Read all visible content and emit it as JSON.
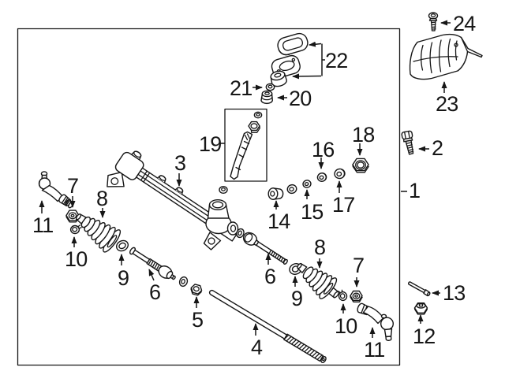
{
  "figure": {
    "background_color": "#ffffff",
    "line_color": "#161616"
  },
  "callouts": [
    {
      "id": "24",
      "label": "24"
    },
    {
      "id": "23",
      "label": "23"
    },
    {
      "id": "22",
      "label": "22"
    },
    {
      "id": "21",
      "label": "21"
    },
    {
      "id": "20",
      "label": "20"
    },
    {
      "id": "19",
      "label": "19"
    },
    {
      "id": "2",
      "label": "2"
    },
    {
      "id": "1",
      "label": "1"
    },
    {
      "id": "18",
      "label": "18"
    },
    {
      "id": "16",
      "label": "16"
    },
    {
      "id": "17",
      "label": "17"
    },
    {
      "id": "15",
      "label": "15"
    },
    {
      "id": "14",
      "label": "14"
    },
    {
      "id": "3",
      "label": "3"
    },
    {
      "id": "7-left",
      "label": "7"
    },
    {
      "id": "8-left",
      "label": "8"
    },
    {
      "id": "11-left",
      "label": "11"
    },
    {
      "id": "10-left",
      "label": "10"
    },
    {
      "id": "9-left",
      "label": "9"
    },
    {
      "id": "6-left",
      "label": "6"
    },
    {
      "id": "5",
      "label": "5"
    },
    {
      "id": "4",
      "label": "4"
    },
    {
      "id": "6-right",
      "label": "6"
    },
    {
      "id": "9-right",
      "label": "9"
    },
    {
      "id": "8-right",
      "label": "8"
    },
    {
      "id": "10-right",
      "label": "10"
    },
    {
      "id": "7-right",
      "label": "7"
    },
    {
      "id": "11-right",
      "label": "11"
    },
    {
      "id": "13",
      "label": "13"
    },
    {
      "id": "12",
      "label": "12"
    }
  ]
}
